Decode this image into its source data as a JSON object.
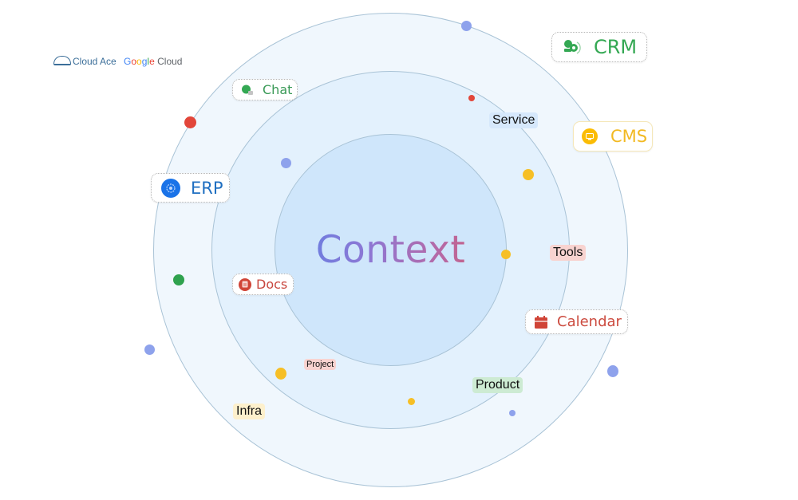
{
  "logos": {
    "cloud_ace": "Cloud Ace",
    "google_cloud": {
      "google": [
        "G",
        "o",
        "o",
        "g",
        "l",
        "e"
      ],
      "cloud": "Cloud"
    }
  },
  "center": {
    "title": "Context"
  },
  "rings": [
    "outer",
    "middle",
    "inner"
  ],
  "cards": {
    "crm": {
      "label": "CRM",
      "icon": "gears-people-icon",
      "color": "#34a853"
    },
    "chat": {
      "label": "Chat",
      "icon": "chat-bubble-icon",
      "color": "#34a853"
    },
    "cms": {
      "label": "CMS",
      "icon": "cms-monitor-icon",
      "color": "#fbbc04"
    },
    "erp": {
      "label": "ERP",
      "icon": "erp-gear-icon",
      "color": "#1a73e8"
    },
    "docs": {
      "label": "Docs",
      "icon": "document-icon",
      "color": "#d04437"
    },
    "calendar": {
      "label": "Calendar",
      "icon": "calendar-icon",
      "color": "#d04437"
    }
  },
  "tags": {
    "service": {
      "label": "Service",
      "bg": "#d6e8fb"
    },
    "tools": {
      "label": "Tools",
      "bg": "#f8d3d0"
    },
    "project": {
      "label": "Project",
      "bg": "#f8d3d0"
    },
    "product": {
      "label": "Product",
      "bg": "#cdebd3"
    },
    "infra": {
      "label": "Infra",
      "bg": "#fdf0cc"
    }
  },
  "colors": {
    "blue_dot": "#8ea2ec",
    "red_dot": "#e2463a",
    "yellow_dot": "#f6bf26",
    "green_dot": "#2fa24e"
  }
}
